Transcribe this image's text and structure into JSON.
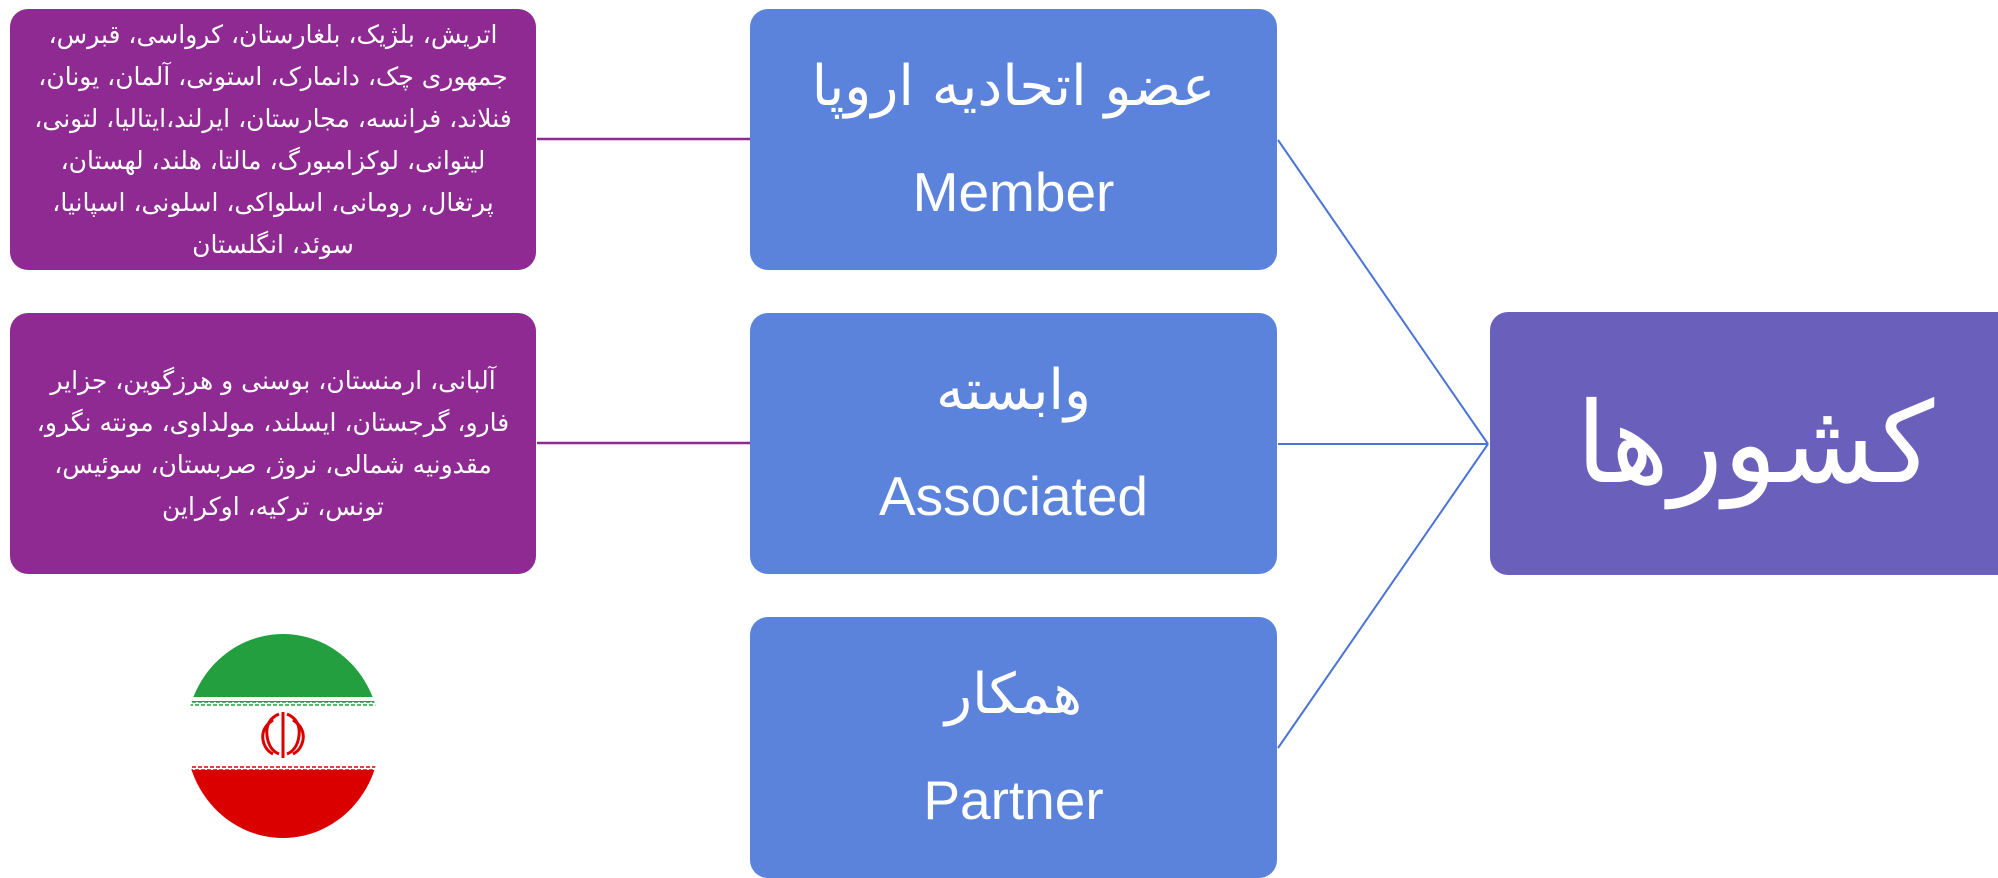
{
  "root": {
    "label": "کشورها"
  },
  "categories": [
    {
      "label_fa": "عضو اتحادیه اروپا",
      "label_en": "Member",
      "countries": "اتریش، بلژیک، بلغارستان، کرواسی، قبرس، جمهوری چک، دانمارک، استونی، آلمان، یونان، فنلاند، فرانسه، مجارستان، ایرلند،ایتالیا، لتونی، لیتوانی، لوکزامبورگ، مالتا، هلند، لهستان، پرتغال، رومانی، اسلواکی، اسلونی، اسپانیا، سوئد، انگلستان"
    },
    {
      "label_fa": "وابسته",
      "label_en": "Associated",
      "countries": "آلبانی، ارمنستان، بوسنی و هرزگوین، جزایر فارو، گرجستان، ایسلند، مولداوی، مونته نگرو، مقدونیه شمالی، نروژ، صربستان، سوئیس، تونس، ترکیه، اوکراین"
    },
    {
      "label_fa": "همکار",
      "label_en": "Partner"
    }
  ],
  "colors": {
    "category_box": "#5b83dc",
    "root_box": "#6a5fba",
    "country_box": "#8e2a91",
    "connector_blue": "#4a74d6",
    "connector_purple": "#8e2a91"
  },
  "flag": {
    "icon": "iran-flag-icon",
    "colors": [
      "#239f40",
      "#ffffff",
      "#da0000"
    ]
  }
}
